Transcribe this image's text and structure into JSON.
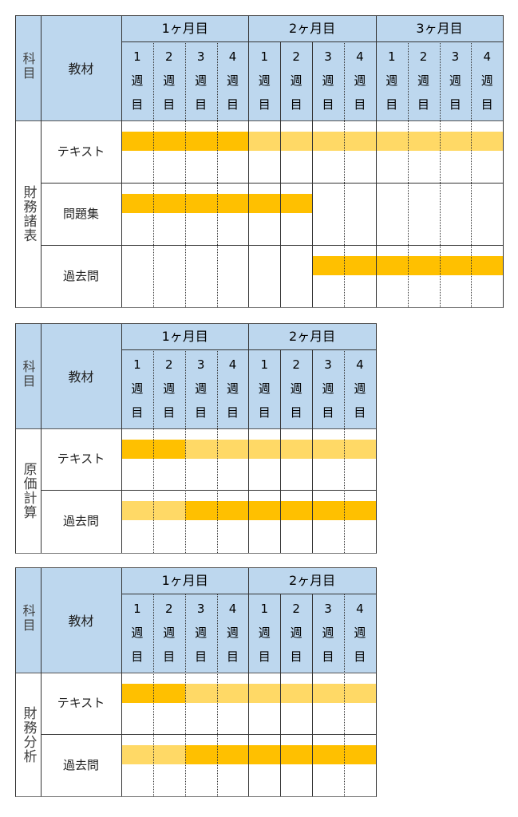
{
  "colors": {
    "header_bg": "#BDD7EE",
    "bar_primary": "#FFC000",
    "bar_secondary": "#FFD966",
    "grid": "#333333"
  },
  "header_labels": {
    "subject": "科目",
    "material": "教材",
    "week_suffix_1": "週",
    "week_suffix_2": "目"
  },
  "chart_data": [
    {
      "type": "table",
      "title": "財務諸表",
      "subject": "財務諸表",
      "months": [
        "1ヶ月目",
        "2ヶ月目",
        "3ヶ月目"
      ],
      "weeks_per_month": 4,
      "week_labels": [
        "1",
        "2",
        "3",
        "4"
      ],
      "solid_week_dividers": [
        [],
        [
          1,
          2
        ],
        []
      ],
      "rows": [
        {
          "material": "テキスト",
          "schedule": [
            "primary",
            "primary",
            "primary",
            "primary",
            "secondary",
            "secondary",
            "secondary",
            "secondary",
            "secondary",
            "secondary",
            "secondary",
            "secondary"
          ]
        },
        {
          "material": "問題集",
          "schedule": [
            "primary",
            "primary",
            "primary",
            "primary",
            "primary",
            "primary",
            null,
            null,
            null,
            null,
            null,
            null
          ]
        },
        {
          "material": "過去問",
          "schedule": [
            null,
            null,
            null,
            null,
            null,
            null,
            "primary",
            "primary",
            "primary",
            "primary",
            "primary",
            "primary"
          ]
        }
      ]
    },
    {
      "type": "table",
      "title": "原価計算",
      "subject": "原価計算",
      "months": [
        "1ヶ月目",
        "2ヶ月目"
      ],
      "weeks_per_month": 4,
      "week_labels": [
        "1",
        "2",
        "3",
        "4"
      ],
      "solid_week_dividers": [
        [],
        [
          1,
          2
        ]
      ],
      "rows": [
        {
          "material": "テキスト",
          "schedule": [
            "primary",
            "primary",
            "secondary",
            "secondary",
            "secondary",
            "secondary",
            "secondary",
            "secondary"
          ]
        },
        {
          "material": "過去問",
          "schedule": [
            "secondary",
            "secondary",
            "primary",
            "primary",
            "primary",
            "primary",
            "primary",
            "primary"
          ]
        }
      ]
    },
    {
      "type": "table",
      "title": "財務分析",
      "subject": "財務分析",
      "months": [
        "1ヶ月目",
        "2ヶ月目"
      ],
      "weeks_per_month": 4,
      "week_labels": [
        "1",
        "2",
        "3",
        "4"
      ],
      "solid_week_dividers": [
        [],
        [
          1,
          2
        ]
      ],
      "rows": [
        {
          "material": "テキスト",
          "schedule": [
            "primary",
            "primary",
            "secondary",
            "secondary",
            "secondary",
            "secondary",
            "secondary",
            "secondary"
          ]
        },
        {
          "material": "過去問",
          "schedule": [
            "secondary",
            "secondary",
            "primary",
            "primary",
            "primary",
            "primary",
            "primary",
            "primary"
          ]
        }
      ]
    }
  ]
}
